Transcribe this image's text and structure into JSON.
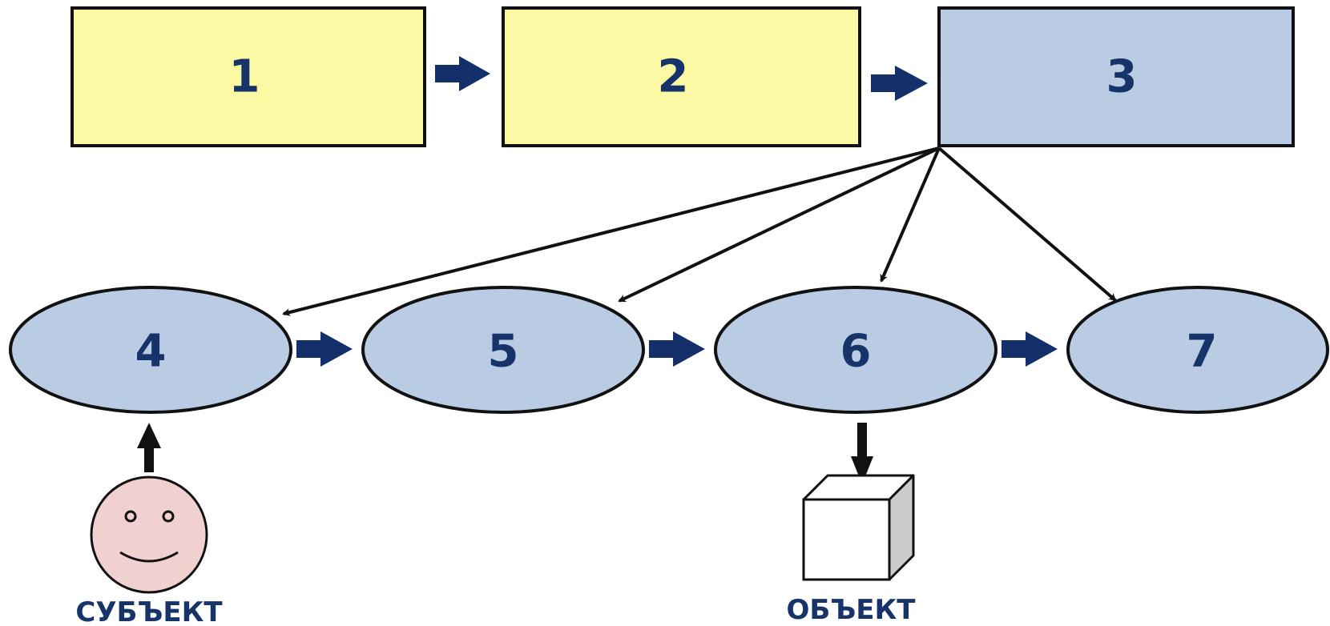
{
  "colors": {
    "box_yellow": "#fbf9a3",
    "box_blue": "#b9cce4",
    "oval_blue": "#b9cce4",
    "label_text": "#16346a",
    "flow_arrow": "#14306a",
    "outline": "#111111",
    "face_fill": "#f1d0d0",
    "cube_side": "#cccccc"
  },
  "boxes": [
    {
      "id": "box-1",
      "label": "1",
      "fill": "yellow"
    },
    {
      "id": "box-2",
      "label": "2",
      "fill": "yellow"
    },
    {
      "id": "box-3",
      "label": "3",
      "fill": "blue"
    }
  ],
  "ovals": [
    {
      "id": "oval-4",
      "label": "4"
    },
    {
      "id": "oval-5",
      "label": "5"
    },
    {
      "id": "oval-6",
      "label": "6"
    },
    {
      "id": "oval-7",
      "label": "7"
    }
  ],
  "edges": {
    "box_sequence": [
      [
        "box-1",
        "box-2"
      ],
      [
        "box-2",
        "box-3"
      ]
    ],
    "from_box_3": [
      "oval-4",
      "oval-5",
      "oval-6",
      "oval-7"
    ],
    "oval_sequence": [
      [
        "oval-4",
        "oval-5"
      ],
      [
        "oval-5",
        "oval-6"
      ],
      [
        "oval-6",
        "oval-7"
      ]
    ]
  },
  "subject": {
    "label": "СУБЪЕКТ",
    "icon": "smiley-face-icon",
    "connects_to": "oval-4"
  },
  "object": {
    "label": "ОБЪЕКТ",
    "icon": "cube-icon",
    "connects_from": "oval-6"
  }
}
